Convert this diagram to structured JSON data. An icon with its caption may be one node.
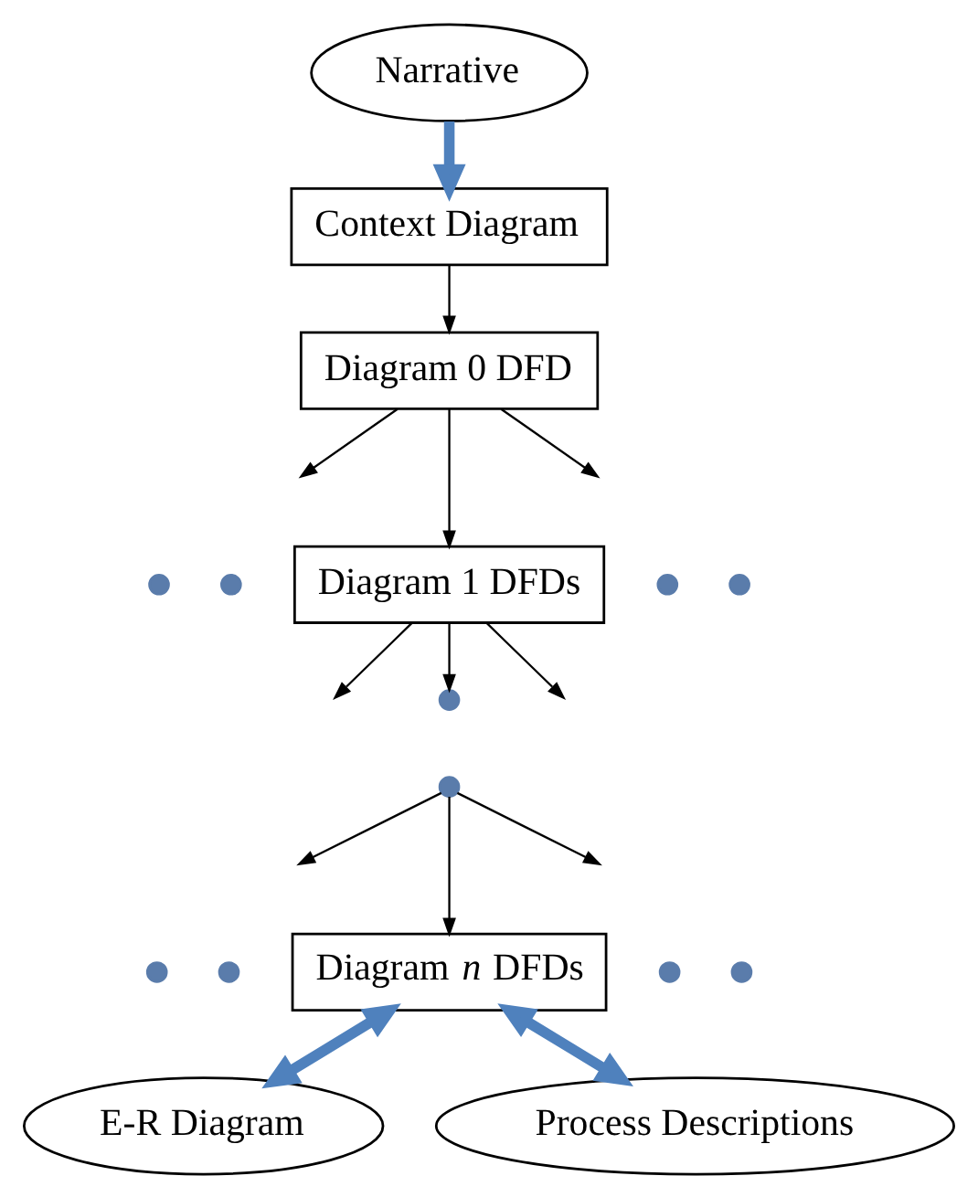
{
  "diagram": {
    "nodes": [
      {
        "text": [
          "Narrative"
        ]
      },
      {
        "text": [
          "Context Diagram"
        ]
      },
      {
        "text": [
          "Diagram 0 DFD"
        ]
      },
      {
        "text": [],
        "shape": "circle"
      },
      {
        "text": [],
        "shape": "circle"
      },
      {
        "text": [
          "Diagram 1 DFDs"
        ]
      },
      {
        "text": [],
        "shape": "circle"
      },
      {
        "text": [],
        "shape": "circle"
      },
      {
        "text": [],
        "shape": "circle"
      },
      {
        "text": [],
        "shape": "circle"
      },
      {
        "text": [],
        "shape": "circle"
      },
      {
        "text": [],
        "shape": "circle"
      },
      {
        "text": [
          "Diagram *n* DFDs"
        ]
      },
      {
        "text": [],
        "shape": "circle"
      },
      {
        "text": [],
        "shape": "circle"
      },
      {
        "text": [
          "E-R Diagram"
        ]
      },
      {
        "text": [
          "Process Descriptions"
        ]
      }
    ],
    "edges": [
      {
        "from": 0,
        "to": 1,
        "arrow": "to",
        "style": "thick",
        "color": "#4f81bd"
      },
      {
        "from": 1,
        "to": 2,
        "arrow": "to"
      },
      {
        "from": 2,
        "to": null,
        "arrow": "to"
      },
      {
        "from": 2,
        "to": 5,
        "arrow": "to"
      },
      {
        "from": 2,
        "to": null,
        "arrow": "to"
      },
      {
        "from": 5,
        "to": null,
        "arrow": "to"
      },
      {
        "from": 5,
        "to": 8,
        "arrow": "to"
      },
      {
        "from": 5,
        "to": null,
        "arrow": "to"
      },
      {
        "from": 9,
        "to": null,
        "arrow": "to"
      },
      {
        "from": 9,
        "to": 12,
        "arrow": "to"
      },
      {
        "from": 9,
        "to": null,
        "arrow": "to"
      },
      {
        "from": 12,
        "to": 15,
        "arrow": "both",
        "style": "thick",
        "color": "#4f81bd"
      },
      {
        "from": 12,
        "to": 16,
        "arrow": "both",
        "style": "thick",
        "color": "#4f81bd"
      }
    ]
  }
}
